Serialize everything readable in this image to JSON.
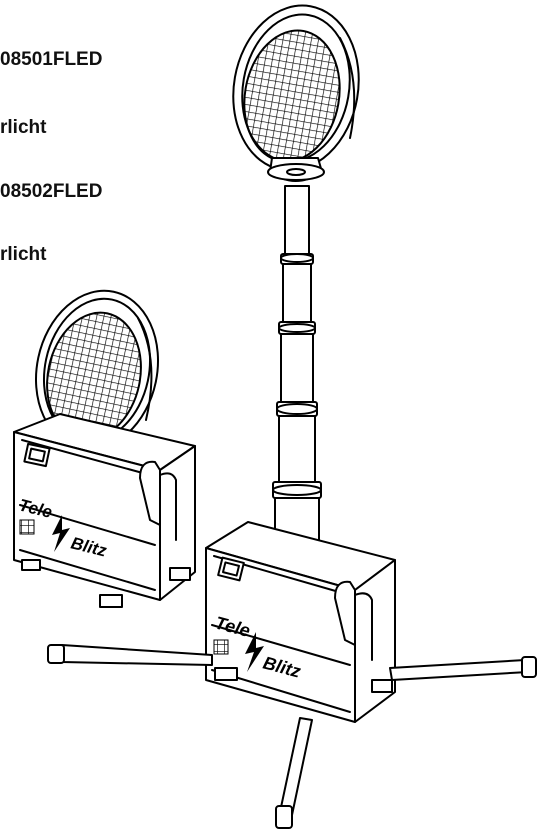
{
  "labels": [
    {
      "text": "08501FLED"
    },
    {
      "text": "rlicht"
    },
    {
      "text": "08502FLED"
    },
    {
      "text": "rlicht"
    }
  ],
  "logo": {
    "line1": "Tele",
    "line2": "Blitz"
  },
  "colors": {
    "ink": "#000000",
    "background": "#ffffff",
    "text": "#111111"
  }
}
